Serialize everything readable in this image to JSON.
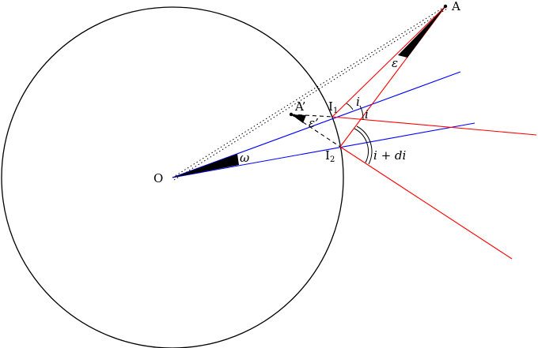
{
  "diagram": {
    "points": {
      "O": "O",
      "A": "A",
      "A_prime": "A’",
      "I1_base": "I",
      "I1_sub": "1",
      "I2_base": "I",
      "I2_sub": "2"
    },
    "angles": {
      "epsilon": "ε",
      "epsilon_prime": "ε’",
      "omega": "ω",
      "i_upper": "i",
      "i_lower": "i",
      "i_plus_di": "i + di"
    },
    "colors": {
      "circle": "#000000",
      "incident_rays": "#ff0000",
      "normals": "#0000ff",
      "dotted_guides": "#000000"
    }
  }
}
